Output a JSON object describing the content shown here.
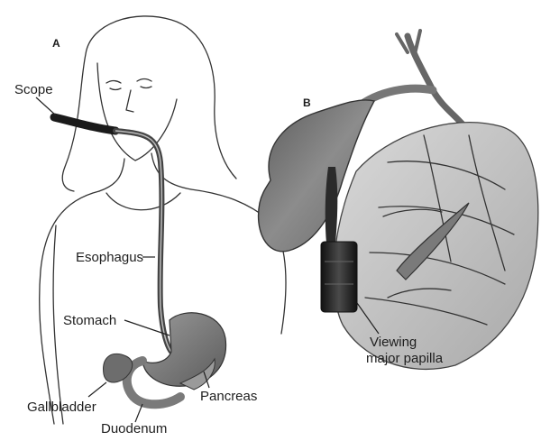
{
  "panels": {
    "a": "A",
    "b": "B"
  },
  "labels": {
    "scope": "Scope",
    "esophagus": "Esophagus",
    "stomach": "Stomach",
    "gallbladder": "Gallbladder",
    "duodenum": "Duodenum",
    "pancreas": "Pancreas",
    "viewing_line1": "Viewing",
    "viewing_line2": "major papilla"
  },
  "colors": {
    "organ": "#8a8a8a",
    "organ_dark": "#555555",
    "scope": "#2a2a2a",
    "line_art": "#333333",
    "background": "#ffffff"
  }
}
